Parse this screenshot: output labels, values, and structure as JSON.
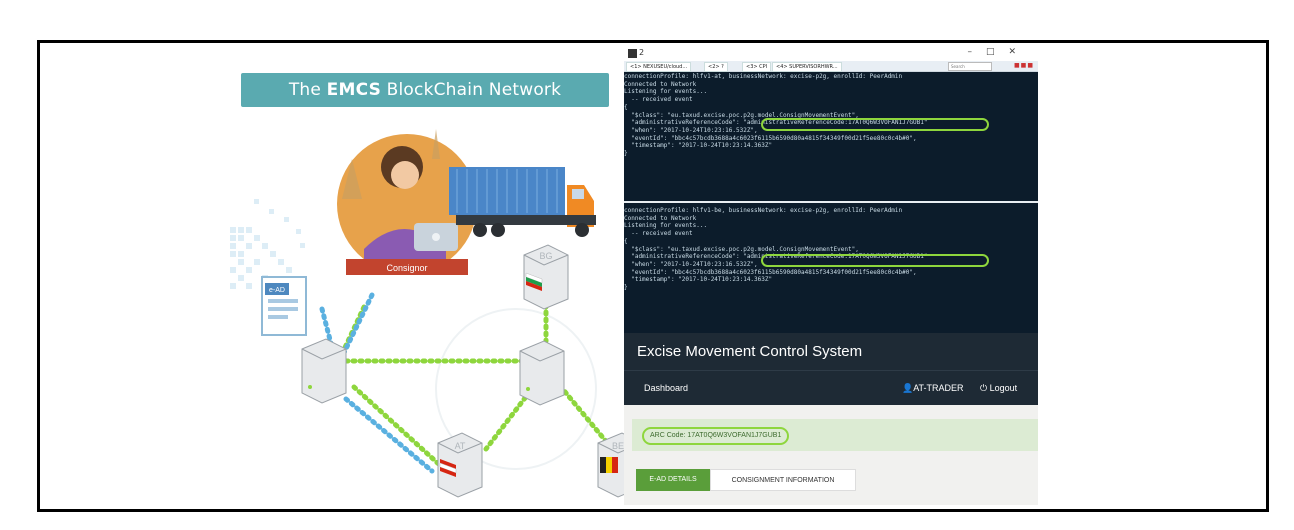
{
  "left_panel": {
    "title_prefix": "The ",
    "title_bold": "EMCS",
    "title_suffix": " BlockChain Network",
    "consignor_label": "Consignor",
    "document_label": "e-AD",
    "node_flags": [
      "BG",
      "AT",
      "BE"
    ],
    "colors": {
      "title_bg": "#5aaab0",
      "dots_green": "#8ed63d",
      "dots_blue": "#5ab0e0"
    }
  },
  "window": {
    "title": "2",
    "tabs": [
      "<1> NEXUSEU/cloud...",
      "<2> ?",
      "<3> CPI",
      "<4> SUPERVISORHWR..."
    ],
    "search_placeholder": "Search",
    "controls": [
      "–",
      "□",
      "✕"
    ]
  },
  "console": {
    "block1": [
      "connectionProfile: hlfv1-at, businessNetwork: excise-p2g, enrollId: PeerAdmin",
      "Connected to Network",
      "Listening for events...",
      "  -- received event",
      "{",
      "  \"$class\": \"eu.taxud.excise.poc.p2g.model.ConsignMovementEvent\",",
      "  \"administrativeReferenceCode\": \"administrativeReferenceCode:17AT0Q6W3VOFAN1J7GUB1\"",
      "  \"when\": \"2017-10-24T10:23:16.532Z\",",
      "  \"eventId\": \"bbc4c57bcdb3688a4c6023f6115b6590d80a4815f34349f00d21f5ee80c0c4b#0\",",
      "  \"timestamp\": \"2017-10-24T10:23:14.363Z\"",
      "}"
    ],
    "block2": [
      "connectionProfile: hlfv1-be, businessNetwork: excise-p2g, enrollId: PeerAdmin",
      "Connected to Network",
      "Listening for events...",
      "  -- received event",
      "{",
      "  \"$class\": \"eu.taxud.excise.poc.p2g.model.ConsignMovementEvent\",",
      "  \"administrativeReferenceCode\": \"administrativeReferenceCode:17AT0Q6W3VOFAN1J7GUB1\"",
      "  \"when\": \"2017-10-24T10:23:16.532Z\",",
      "  \"eventId\": \"bbc4c57bcdb3688a4c6023f6115b6590d80a4815f34349f00d21f5ee80c0c4b#0\",",
      "  \"timestamp\": \"2017-10-24T10:23:14.363Z\"",
      "}"
    ]
  },
  "app": {
    "title": "Excise Movement Control System",
    "nav": {
      "dashboard": "Dashboard",
      "user": "👤AT-TRADER",
      "logout": "⏻ Logout"
    },
    "arc_code": "ARC Code: 17AT0Q6W3VOFAN1J7GUB1",
    "tabs": [
      "E-AD DETAILS",
      "CONSIGNMENT INFORMATION"
    ],
    "colors": {
      "header_bg": "#1e2a35",
      "accent_green": "#5a9e3a",
      "highlight": "#8ed63d"
    }
  }
}
